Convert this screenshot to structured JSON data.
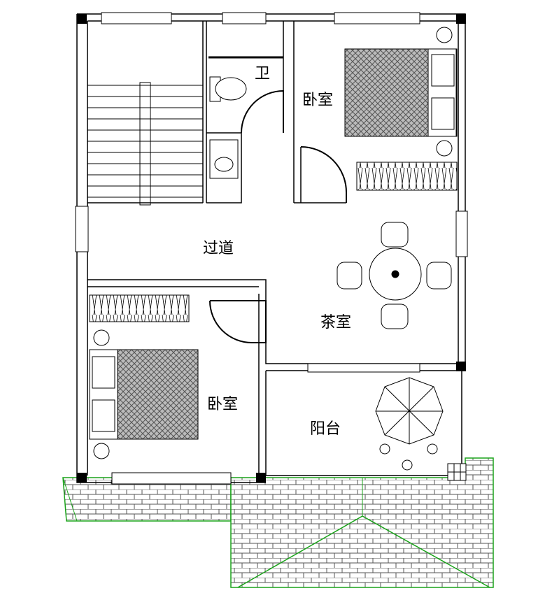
{
  "rooms": {
    "bathroom": "卫",
    "bedroom_top": "卧室",
    "corridor": "过道",
    "tea_room": "茶室",
    "bedroom_bottom": "卧室",
    "balcony": "阳台"
  },
  "colors": {
    "wall": "#000000",
    "roof_outline": "#1aa31a",
    "bed_fill": "#888888"
  }
}
